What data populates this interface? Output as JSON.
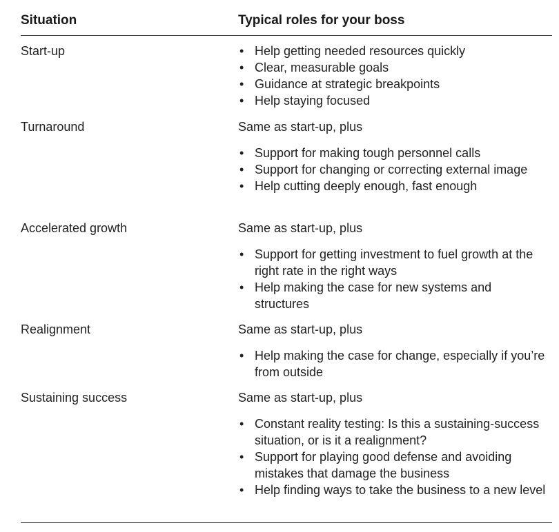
{
  "header": {
    "situation": "Situation",
    "roles": "Typical roles for your boss"
  },
  "bullet_glyph": "•",
  "rows": [
    {
      "situation": "Start-up",
      "prefix": "",
      "items": [
        "Help getting needed resources quickly",
        "Clear, measurable goals",
        "Guidance at strategic breakpoints",
        "Help staying focused"
      ]
    },
    {
      "situation": "Turnaround",
      "prefix": "Same as start-up, plus",
      "items": [
        "Support for making tough personnel calls",
        "Support for changing or correcting external image",
        "Help cutting deeply enough, fast enough"
      ]
    },
    {
      "situation": "Accelerated growth",
      "prefix": "Same as start-up, plus",
      "items": [
        "Support for getting investment to fuel growth at the right rate in the right ways",
        "Help making the case for new systems and structures"
      ]
    },
    {
      "situation": "Realignment",
      "prefix": "Same as start-up, plus",
      "items": [
        "Help making the case for change, especially if you’re from outside"
      ]
    },
    {
      "situation": "Sustaining success",
      "prefix": "Same as start-up, plus",
      "items": [
        "Constant reality testing: Is this a sustaining-success situation, or is it a realignment?",
        "Support for playing good defense and avoiding mistakes that damage the business",
        "Help finding ways to take the business to a new level"
      ]
    }
  ]
}
